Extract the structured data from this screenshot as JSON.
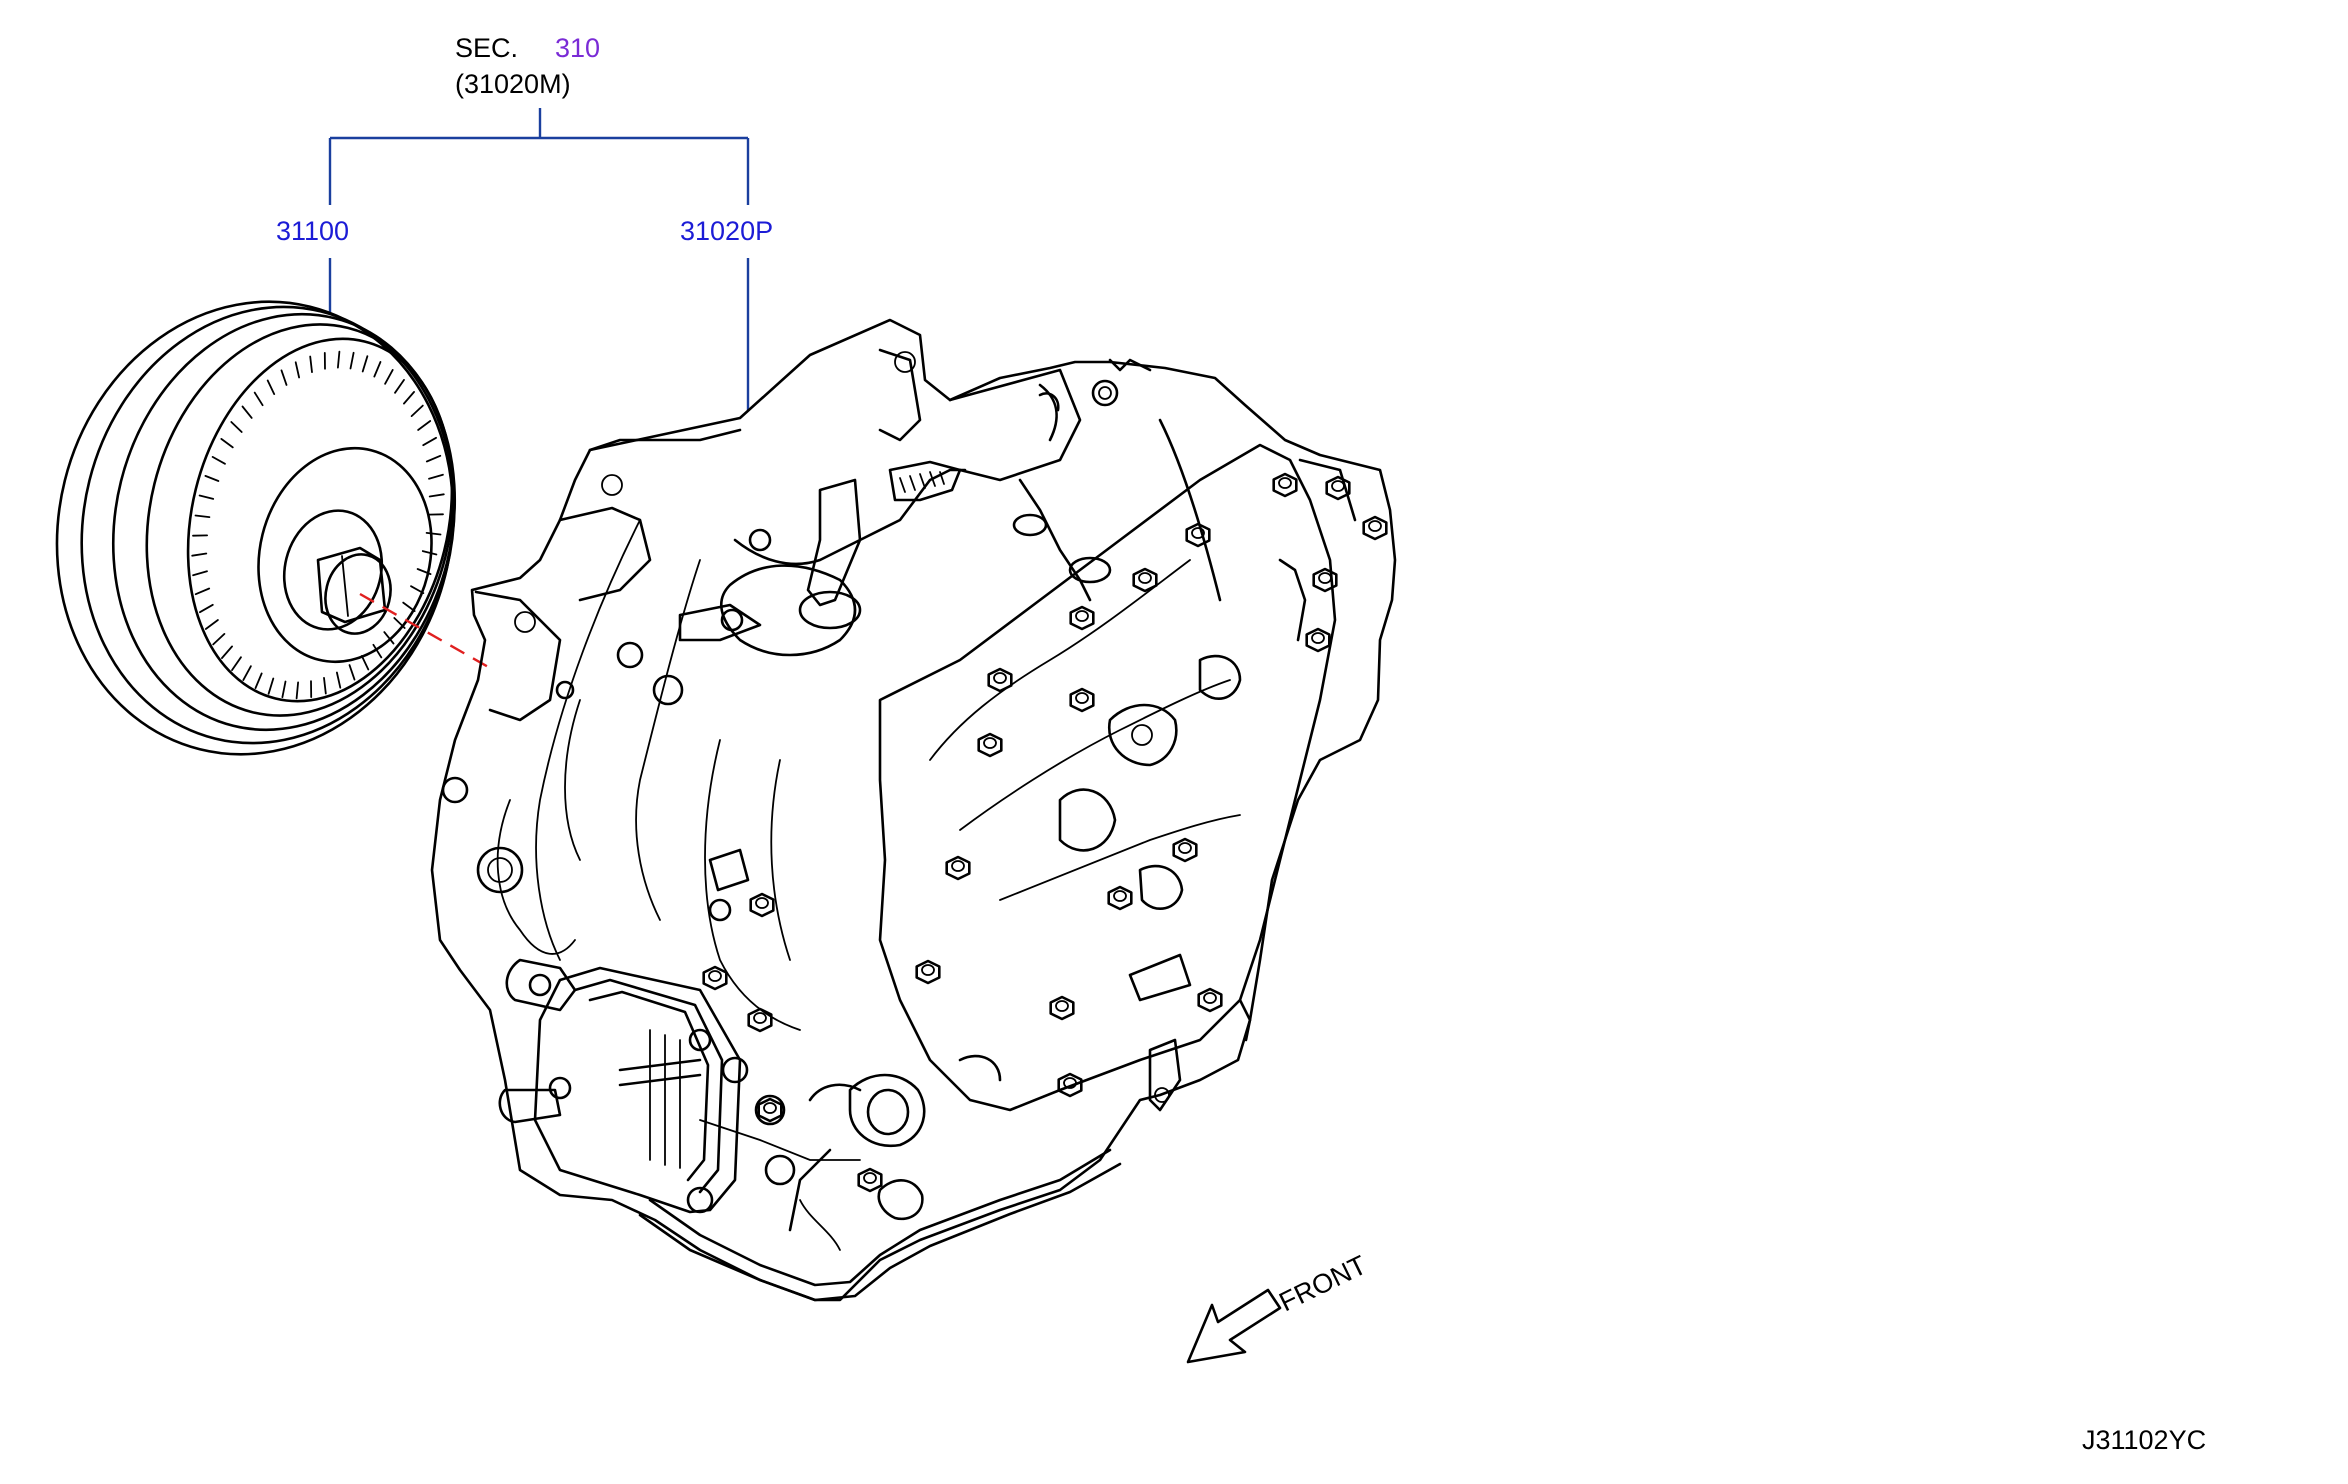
{
  "section": {
    "prefix": "SEC.",
    "number": "310",
    "assembly_code": "(31020M)"
  },
  "callouts": {
    "torque_converter": "31100",
    "transaxle_assembly": "31020P"
  },
  "direction": {
    "label": "FRONT"
  },
  "diagram_code": "J31102YC",
  "colors": {
    "leader": "#1a3f9e",
    "part_number": "#1c1cd6",
    "section_number": "#7a2bd6",
    "axis_dashed": "#e02020",
    "outline": "#000000"
  }
}
